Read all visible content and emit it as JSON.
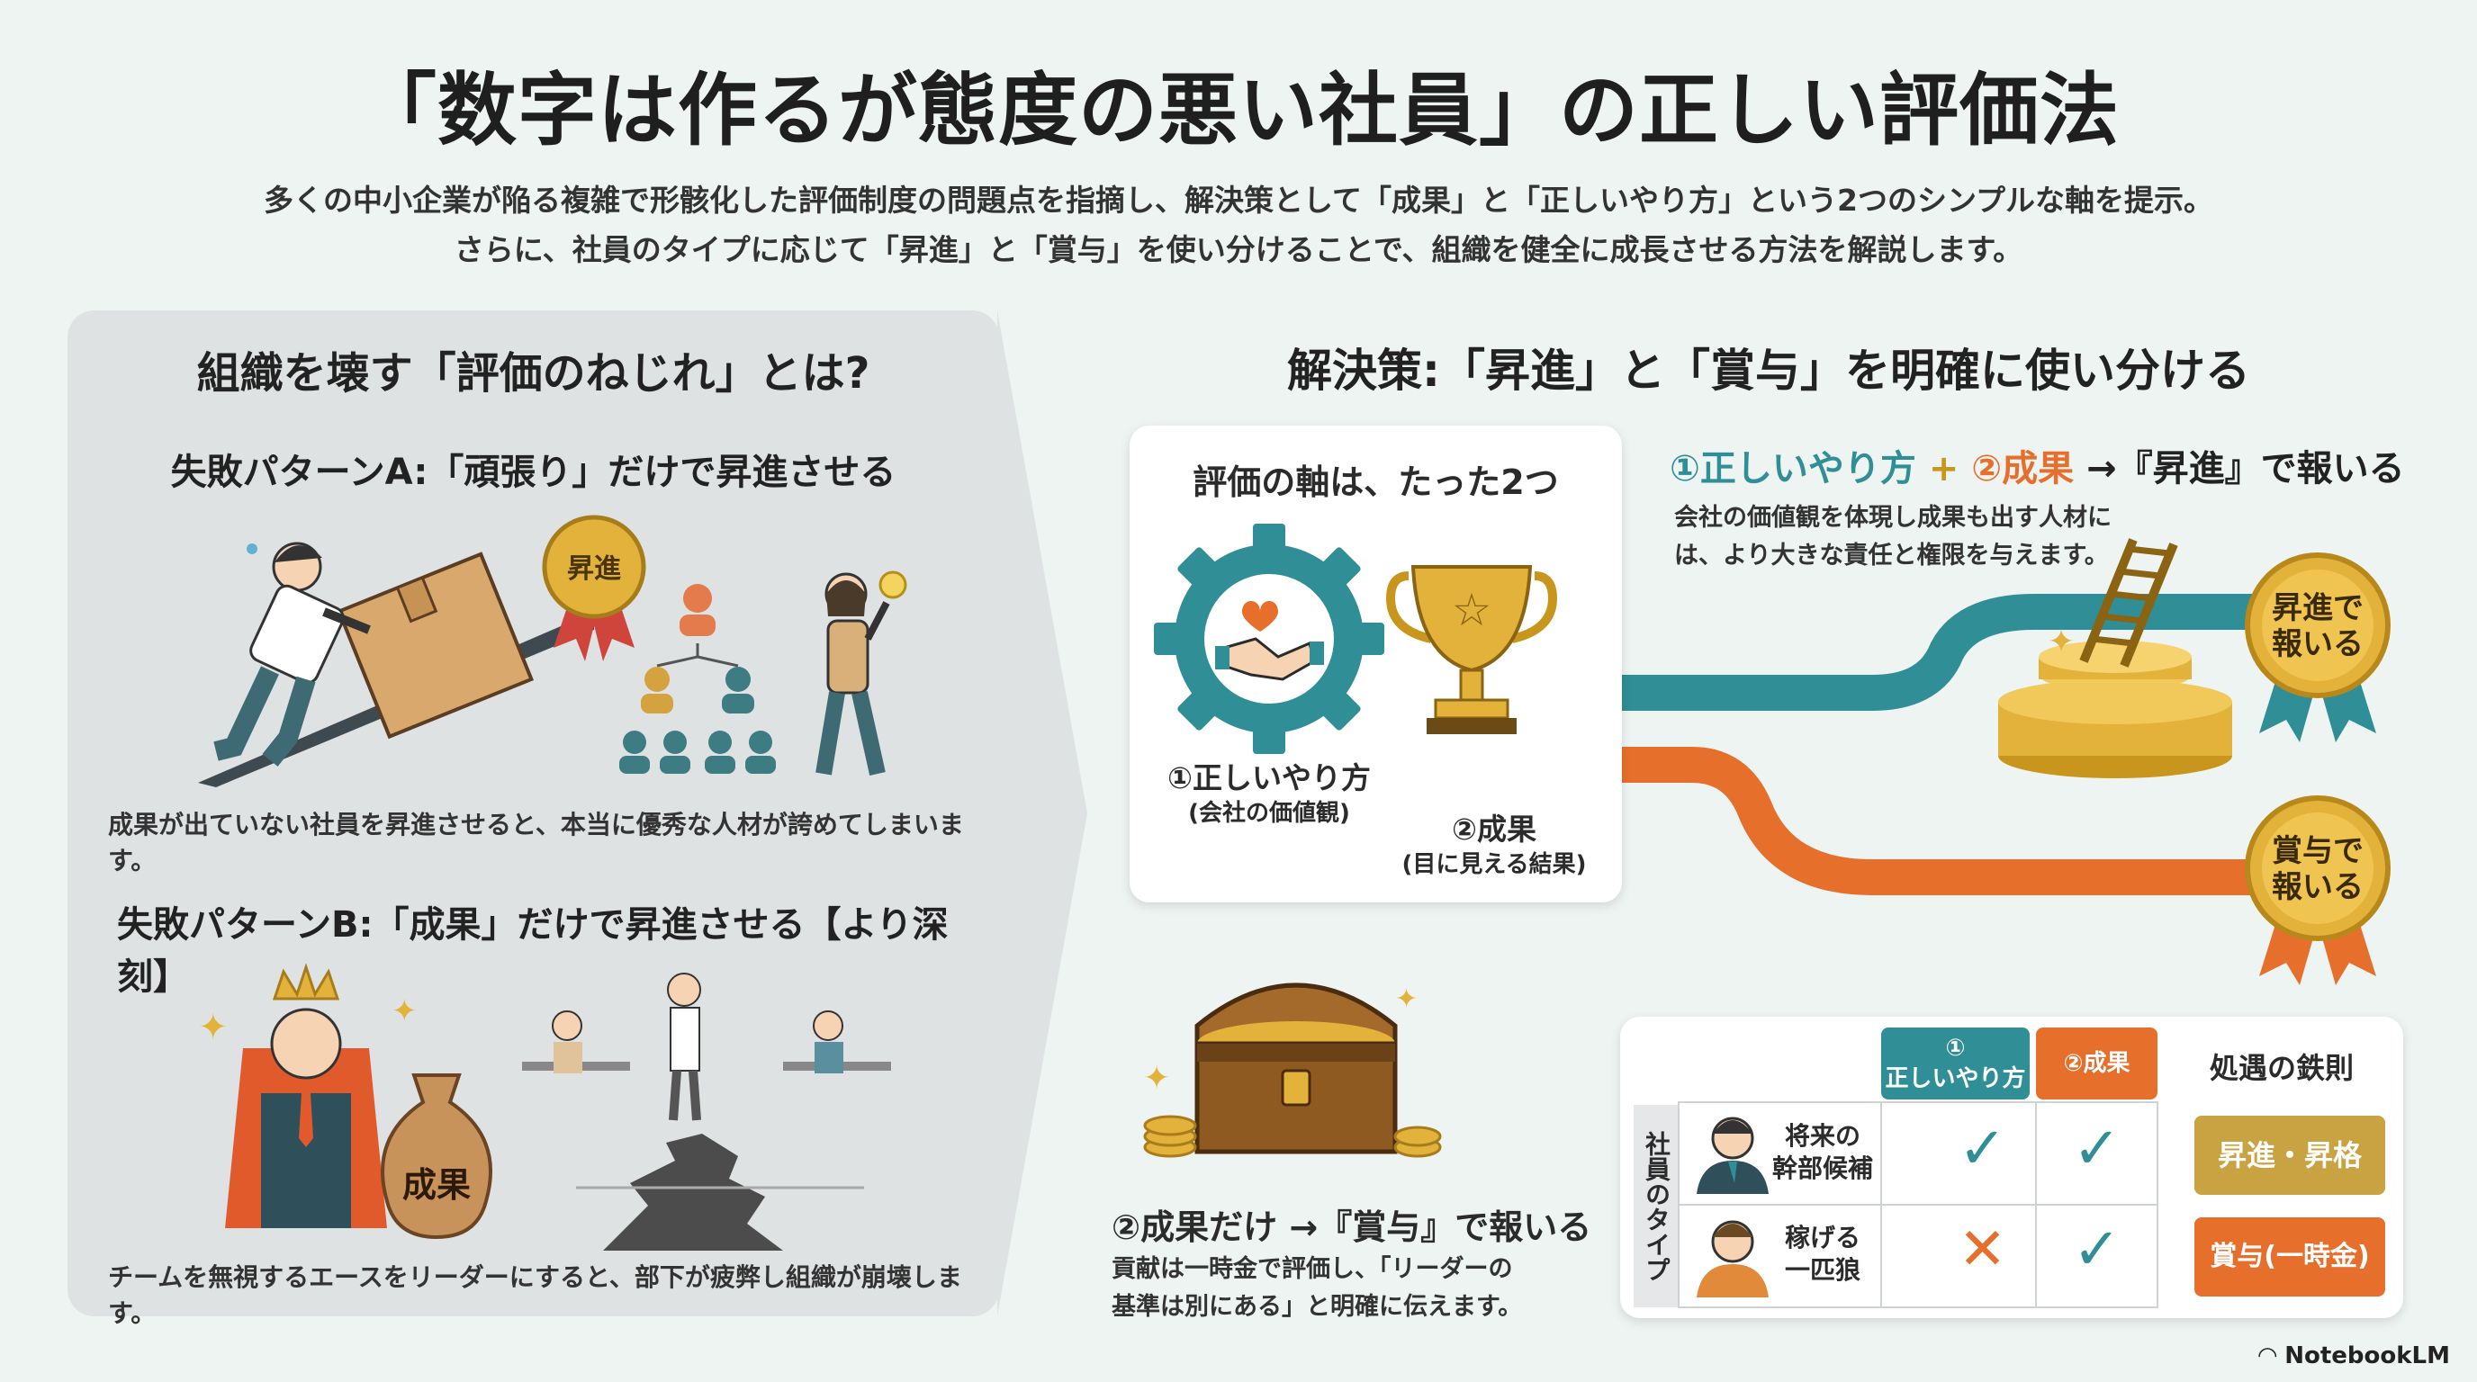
{
  "title": "「数字は作るが態度の悪い社員」の正しい評価法",
  "subtitle": {
    "line1": "多くの中小企業が陥る複雑で形骸化した評価制度の問題点を指摘し、解決策として「成果」と「正しいやり方」という2つのシンプルな軸を提示。",
    "line2": "さらに、社員のタイプに応じて「昇進」と「賞与」を使い分けることで、組織を健全に成長させる方法を解説します。"
  },
  "left": {
    "heading": "組織を壊す「評価のねじれ」とは?",
    "pattern_a": {
      "title": "失敗パターンA:「頑張り」だけで昇進させる",
      "badge": "昇進",
      "caption": "成果が出ていない社員を昇進させると、本当に優秀な人材が誇めてしまいます。"
    },
    "pattern_b": {
      "title": "失敗パターンB:「成果」だけで昇進させる【より深刻】",
      "bag_label": "成果",
      "caption": "チームを無視するエースをリーダーにすると、部下が疲弊し組織が崩壊します。"
    }
  },
  "right": {
    "heading": "解決策:「昇進」と「賞与」を明確に使い分ける",
    "axis_card": {
      "title": "評価の軸は、たった2つ",
      "axis1_label": "①正しいやり方",
      "axis1_sub": "(会社の価値観)",
      "axis2_label": "②成果",
      "axis2_sub": "(目に見える結果)"
    },
    "promotion": {
      "part1": "①正しいやり方",
      "plus": "+",
      "part2": "②成果",
      "part3": "→『昇進』で報いる",
      "desc_line1": "会社の価値観を体現し成果も出す人材に",
      "desc_line2": "は、より大きな責任と権限を与えます。",
      "medal_line1": "昇進で",
      "medal_line2": "報いる"
    },
    "bonus": {
      "medal_line1": "賞与で",
      "medal_line2": "報いる",
      "title": "②成果だけ →『賞与』で報いる",
      "desc_line1": "貢献は一時金で評価し、「リーダーの",
      "desc_line2": "基準は別にある」と明確に伝えます。"
    },
    "table": {
      "col1_num": "①",
      "col1_label": "正しいやり方",
      "col2_label": "②成果",
      "col3_label": "処遇の鉄則",
      "row_header": "社員のタイプ",
      "rows": [
        {
          "type_line1": "将来の",
          "type_line2": "幹部候補",
          "rule": "昇進・昇格"
        },
        {
          "type_line1": "稼げる",
          "type_line2": "一匹狼",
          "rule": "賞与(一時金)"
        }
      ]
    }
  },
  "footer": "NotebookLM",
  "colors": {
    "teal": "#2f8e96",
    "orange": "#e76f2c",
    "gold": "#e2b23a",
    "panel": "#dfe2e3",
    "background": "#eef4f2"
  },
  "icons": [
    "gear-handshake-icon",
    "trophy-icon",
    "ladder-pedestal-icon",
    "medal-icon",
    "treasure-chest-icon",
    "check-icon",
    "cross-icon",
    "person-avatar-icon",
    "crown-icon",
    "money-bag-icon",
    "lightbulb-icon",
    "org-chart-icon"
  ]
}
